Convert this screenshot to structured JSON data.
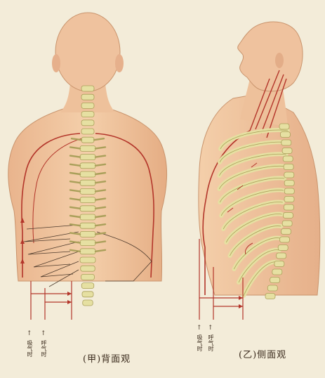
{
  "figures": [
    {
      "id": "back",
      "caption": "(甲)背面观"
    },
    {
      "id": "side",
      "caption": "(乙)侧面观"
    }
  ],
  "labels": {
    "inhale": "吸气时",
    "exhale": "呼气时"
  },
  "colors": {
    "background": "#f3ecd9",
    "skin": "#efc29a",
    "skin_shadow": "#d99f77",
    "bone": "#e6e0a2",
    "bone_shadow": "#aaa05a",
    "red_line": "#b3352a",
    "dark_line": "#4d3a2c"
  }
}
